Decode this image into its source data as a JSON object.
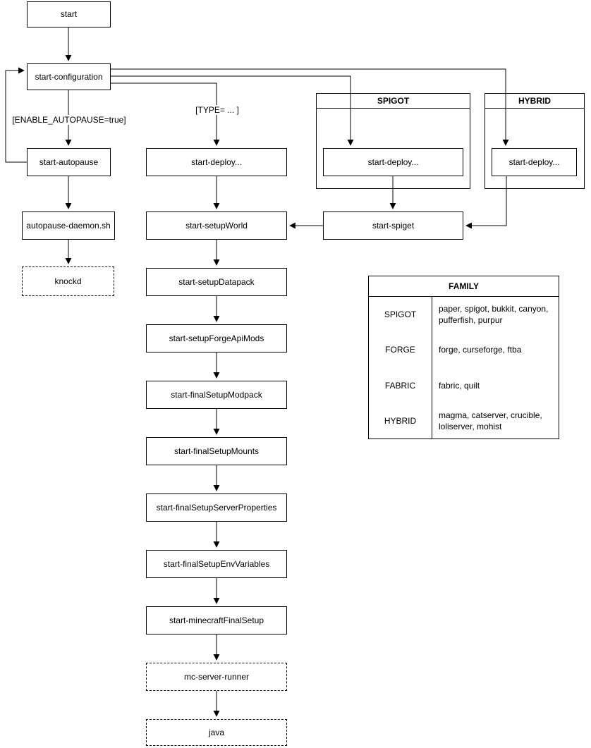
{
  "diagram": {
    "nodes": {
      "start": "start",
      "start_configuration": "start-configuration",
      "start_autopause": "start-autopause",
      "autopause_daemon": "autopause-daemon.sh",
      "knockd": "knockd",
      "start_deploy": "start-deploy...",
      "spigot_deploy": "start-deploy...",
      "hybrid_deploy": "start-deploy...",
      "start_spiget": "start-spiget",
      "start_setupWorld": "start-setupWorld",
      "start_setupDatapack": "start-setupDatapack",
      "start_setupForgeApiMods": "start-setupForgeApiMods",
      "start_finalSetupModpack": "start-finalSetupModpack",
      "start_finalSetupMounts": "start-finalSetupMounts",
      "start_finalSetupServerProperties": "start-finalSetupServerProperties",
      "start_finalSetupEnvVariables": "start-finalSetupEnvVariables",
      "start_minecraftFinalSetup": "start-minecraftFinalSetup",
      "mc_server_runner": "mc-server-runner",
      "java": "java"
    },
    "containers": {
      "spigot": "SPIGOT",
      "hybrid": "HYBRID"
    },
    "labels": {
      "enable_autopause": "[ENABLE_AUTOPAUSE=true]",
      "type": "[TYPE= ... ]"
    },
    "table": {
      "title": "FAMILY",
      "rows": [
        {
          "family": "SPIGOT",
          "servers": "paper, spigot, bukkit, canyon, pufferfish, purpur"
        },
        {
          "family": "FORGE",
          "servers": "forge, curseforge, ftba"
        },
        {
          "family": "FABRIC",
          "servers": "fabric, quilt"
        },
        {
          "family": "HYBRID",
          "servers": "magma, catserver, crucible, loliserver, mohist"
        }
      ]
    },
    "colors": {
      "stroke": "#000000",
      "background": "#ffffff"
    }
  }
}
